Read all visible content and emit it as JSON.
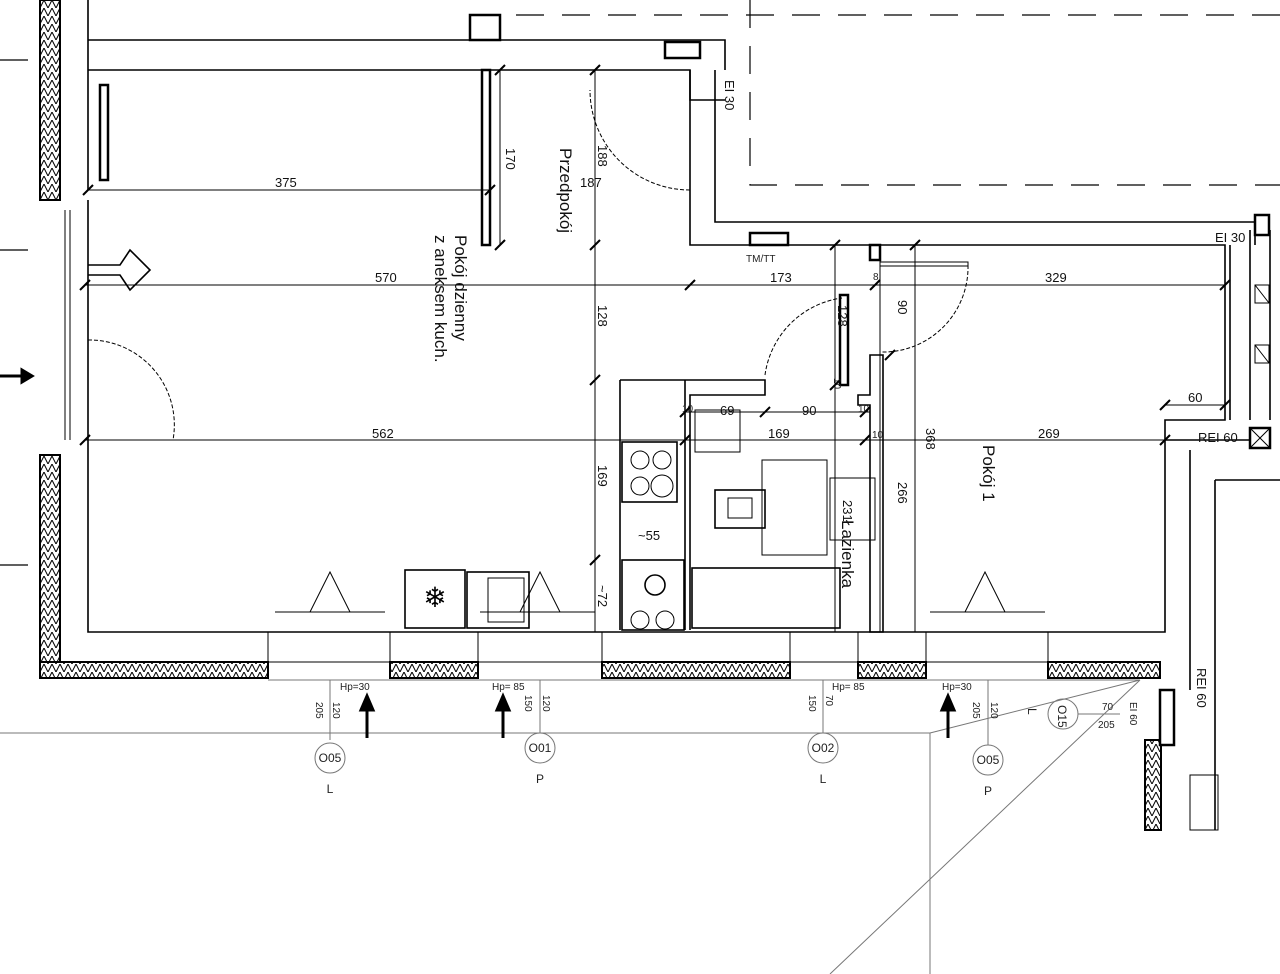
{
  "rooms": {
    "living_line1": "Pokój dzienny",
    "living_line2": "z aneksem kuch.",
    "hall": "Przedpokój",
    "bathroom": "Łazienka",
    "room1": "Pokój 1"
  },
  "fire_ratings": {
    "ei30_top": "EI 30",
    "ei30_right": "EI 30",
    "rei60_right": "REI 60",
    "rei60_bottom": "REI 60",
    "ei60": "EI 60"
  },
  "labels": {
    "tm_tt": "TM/TT"
  },
  "dimensions": {
    "d375": "375",
    "d170": "170",
    "d188": "188",
    "d187": "187",
    "d570": "570",
    "d173": "173",
    "d329": "329",
    "d128a": "128",
    "d128b": "128",
    "d90a": "90",
    "d90b": "90",
    "d69": "69",
    "d169a": "169",
    "d169b": "169",
    "d562": "562",
    "d269": "269",
    "d368": "368",
    "d60": "60",
    "d266": "266",
    "d231": "231",
    "d55": "~55",
    "d72": "~72",
    "d10a": "10",
    "d10b": "10",
    "d10c": "10",
    "d10d": "10",
    "d8": "8"
  },
  "windows": [
    {
      "id": "O05",
      "side": "L",
      "hp": "Hp=30",
      "h1": "205",
      "h2": "120"
    },
    {
      "id": "O01",
      "side": "P",
      "hp": "Hp= 85",
      "h1": "150",
      "h2": "120"
    },
    {
      "id": "O02",
      "side": "L",
      "hp": "Hp= 85",
      "h1": "150",
      "h2": "70"
    },
    {
      "id": "O05",
      "side": "P",
      "hp": "Hp=30",
      "h1": "205",
      "h2": "120"
    },
    {
      "id": "O15",
      "side": "L",
      "hp": "",
      "h1": "70",
      "h2": "205"
    }
  ],
  "colors": {
    "line": "#000000",
    "background": "#ffffff"
  }
}
